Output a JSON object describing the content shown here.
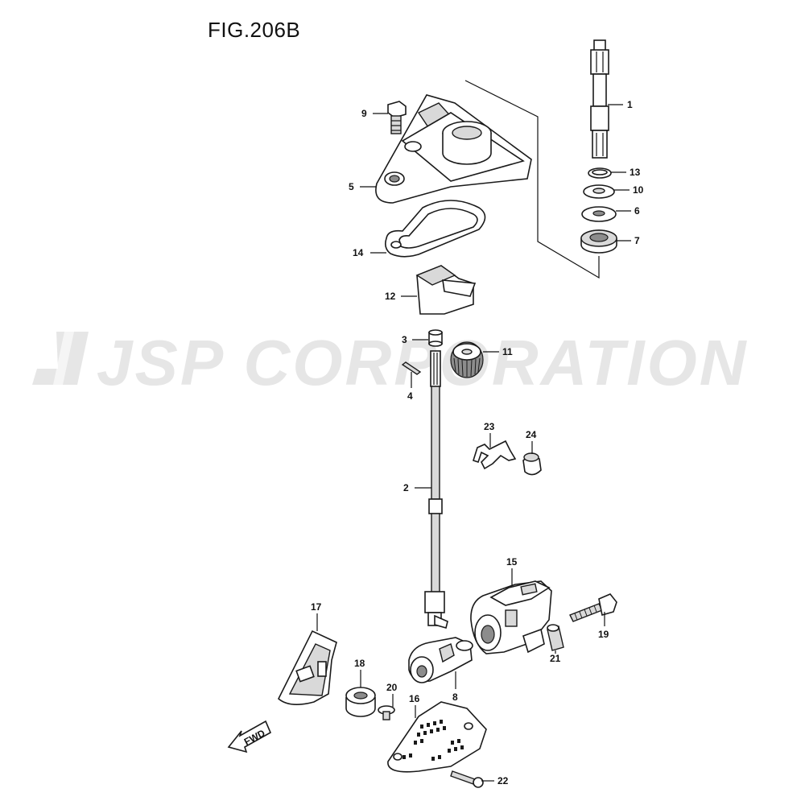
{
  "figure_title": "FIG.206B",
  "watermark": "JSP CORPORATION",
  "direction_arrow_label": "FWD",
  "callouts": [
    "1",
    "2",
    "3",
    "4",
    "5",
    "6",
    "7",
    "8",
    "9",
    "10",
    "11",
    "12",
    "13",
    "14",
    "15",
    "16",
    "17",
    "18",
    "19",
    "20",
    "21",
    "22",
    "23",
    "24"
  ]
}
